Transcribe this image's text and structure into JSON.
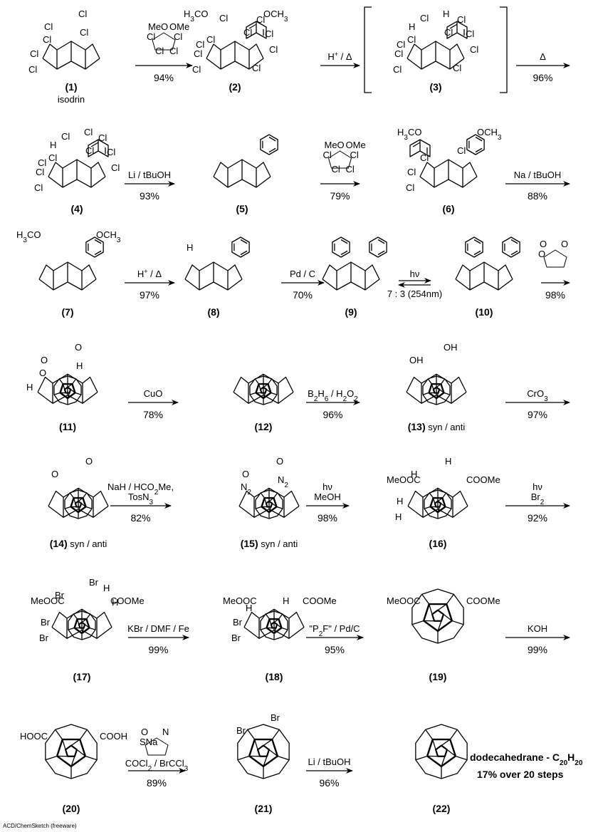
{
  "compounds": [
    {
      "id": "1",
      "label": "(1)",
      "name": "isodrin",
      "substituents": [
        "Cl",
        "Cl",
        "Cl",
        "Cl",
        "Cl",
        "Cl"
      ]
    },
    {
      "id": "2",
      "label": "(2)",
      "substituents": [
        "H3CO",
        "OCH3",
        "Cl",
        "Cl",
        "Cl",
        "Cl",
        "Cl",
        "Cl",
        "Cl",
        "Cl",
        "Cl",
        "Cl"
      ]
    },
    {
      "id": "3",
      "label": "(3)",
      "substituents": [
        "H",
        "H",
        "Cl",
        "Cl",
        "Cl",
        "Cl",
        "Cl",
        "Cl",
        "Cl",
        "Cl",
        "Cl",
        "Cl"
      ]
    },
    {
      "id": "4",
      "label": "(4)",
      "substituents": [
        "H",
        "Cl",
        "Cl",
        "Cl",
        "Cl",
        "Cl",
        "Cl",
        "Cl",
        "Cl",
        "Cl",
        "Cl"
      ]
    },
    {
      "id": "5",
      "label": "(5)"
    },
    {
      "id": "6",
      "label": "(6)",
      "substituents": [
        "H3CO",
        "OCH3",
        "Cl",
        "Cl",
        "Cl",
        "Cl"
      ]
    },
    {
      "id": "7",
      "label": "(7)",
      "substituents": [
        "H3CO",
        "OCH3"
      ]
    },
    {
      "id": "8",
      "label": "(8)",
      "substituents": [
        "H"
      ]
    },
    {
      "id": "9",
      "label": "(9)"
    },
    {
      "id": "10",
      "label": "(10)"
    },
    {
      "id": "11",
      "label": "(11)",
      "substituents": [
        "O",
        "O",
        "O",
        "H",
        "H"
      ]
    },
    {
      "id": "12",
      "label": "(12)"
    },
    {
      "id": "13",
      "label": "(13)",
      "note": "syn / anti",
      "substituents": [
        "OH",
        "OH"
      ]
    },
    {
      "id": "14",
      "label": "(14)",
      "note": "syn / anti",
      "substituents": [
        "O",
        "O"
      ]
    },
    {
      "id": "15",
      "label": "(15)",
      "note": "syn / anti",
      "substituents": [
        "O",
        "O",
        "N2",
        "N2"
      ]
    },
    {
      "id": "16",
      "label": "(16)",
      "substituents": [
        "H",
        "H",
        "MeOOC",
        "COOMe",
        "H",
        "H"
      ]
    },
    {
      "id": "17",
      "label": "(17)",
      "substituents": [
        "Br",
        "Br",
        "MeOOC",
        "COOMe",
        "Br",
        "Br",
        "H",
        "H"
      ]
    },
    {
      "id": "18",
      "label": "(18)",
      "substituents": [
        "MeOOC",
        "COOMe",
        "H",
        "H",
        "Br",
        "Br"
      ]
    },
    {
      "id": "19",
      "label": "(19)",
      "substituents": [
        "MeOOC",
        "COOMe"
      ]
    },
    {
      "id": "20",
      "label": "(20)",
      "substituents": [
        "HOOC",
        "COOH"
      ]
    },
    {
      "id": "21",
      "label": "(21)",
      "substituents": [
        "Br",
        "Br"
      ]
    },
    {
      "id": "22",
      "label": "(22)"
    }
  ],
  "steps": [
    {
      "from": "1",
      "to": "2",
      "reagent_name": "5,5-dimethoxy-1,2,3,4-tetrachlorocyclopentadiene",
      "reagent_labels": [
        "MeO",
        "OMe",
        "Cl",
        "Cl",
        "Cl",
        "Cl"
      ],
      "yield": "94%"
    },
    {
      "from": "2",
      "to": "3",
      "condition": "H+ / Δ"
    },
    {
      "from": "3",
      "to": "4",
      "condition": "Δ",
      "yield": "96%"
    },
    {
      "from": "4",
      "to": "5",
      "condition": "Li / tBuOH",
      "yield": "93%"
    },
    {
      "from": "5",
      "to": "6",
      "reagent_name": "5,5-dimethoxy-1,2,3,4-tetrachlorocyclopentadiene",
      "reagent_labels": [
        "MeO",
        "OMe",
        "Cl",
        "Cl",
        "Cl",
        "Cl"
      ],
      "yield": "79%"
    },
    {
      "from": "6",
      "to": "7",
      "condition": "Na / tBuOH",
      "yield": "88%"
    },
    {
      "from": "7",
      "to": "8",
      "condition": "H+ / Δ",
      "yield": "97%"
    },
    {
      "from": "8",
      "to": "9",
      "condition": "Pd / C",
      "yield": "70%"
    },
    {
      "from": "9",
      "to": "10",
      "condition": "hν",
      "equilibrium": "7 : 3 (254nm)"
    },
    {
      "from": "10",
      "to": "11",
      "reagent_name": "maleic anhydride",
      "reagent_labels": [
        "O",
        "O",
        "O"
      ],
      "yield": "98%"
    },
    {
      "from": "11",
      "to": "12",
      "condition": "CuO",
      "yield": "78%"
    },
    {
      "from": "12",
      "to": "13",
      "condition": "B2H6 / H2O2",
      "yield": "96%"
    },
    {
      "from": "13",
      "to": "14",
      "condition": "CrO3",
      "yield": "97%"
    },
    {
      "from": "14",
      "to": "15",
      "condition": "NaH / HCO2Me, TosN3",
      "yield": "82%"
    },
    {
      "from": "15",
      "to": "16",
      "condition": "hν MeOH",
      "yield": "98%"
    },
    {
      "from": "16",
      "to": "17",
      "condition": "hν Br2",
      "yield": "92%"
    },
    {
      "from": "17",
      "to": "18",
      "condition": "KBr / DMF / Fe",
      "yield": "99%"
    },
    {
      "from": "18",
      "to": "19",
      "condition": "\"P2F\" / Pd/C",
      "yield": "95%"
    },
    {
      "from": "19",
      "to": "20",
      "condition": "KOH",
      "yield": "99%"
    },
    {
      "from": "20",
      "to": "21",
      "reagent_labels": [
        "O",
        "N",
        "SNa"
      ],
      "condition": "COCl2 / BrCCl3",
      "yield": "89%"
    },
    {
      "from": "21",
      "to": "22",
      "condition": "Li / tBuOH",
      "yield": "96%"
    }
  ],
  "summary": {
    "title": "dodecahedrane - C20H20",
    "yield_note": "17% over 20 steps"
  },
  "footer": "ACD/ChemSketch (freeware)"
}
